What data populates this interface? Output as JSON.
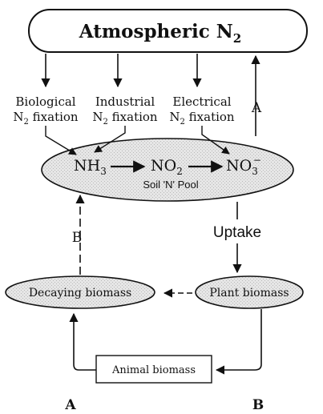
{
  "colors": {
    "ink": "#111111",
    "stipple_light": "#e6e6e6",
    "stipple_dark": "#b9b9b9",
    "background": "#ffffff"
  },
  "atmosphere": {
    "text": "Atmospheric N",
    "sub": "2"
  },
  "fixations": [
    {
      "line1": "Biological",
      "line2_main": "N",
      "line2_sub": "2",
      "line2_rest": " fixation"
    },
    {
      "line1": "Industrial",
      "line2_main": "N",
      "line2_sub": "2",
      "line2_rest": " fixation"
    },
    {
      "line1": "Electrical",
      "line2_main": "N",
      "line2_sub": "2",
      "line2_rest": " fixation"
    }
  ],
  "soil_pool": {
    "label": "Soil 'N' Pool",
    "nh3": {
      "main": "NH",
      "sub": "3"
    },
    "no2": {
      "main": "NO",
      "sub": "2"
    },
    "no3": {
      "main": "NO",
      "sub": "3",
      "sup": "−"
    }
  },
  "uptake_label": "Uptake",
  "plant_biomass": "Plant biomass",
  "decaying_biomass": "Decaying biomass",
  "animal_biomass": "Animal biomass",
  "arrow_labels": {
    "a_top": "A",
    "b_mid": "B"
  },
  "bottom_labels": {
    "a": "A",
    "b": "B"
  }
}
